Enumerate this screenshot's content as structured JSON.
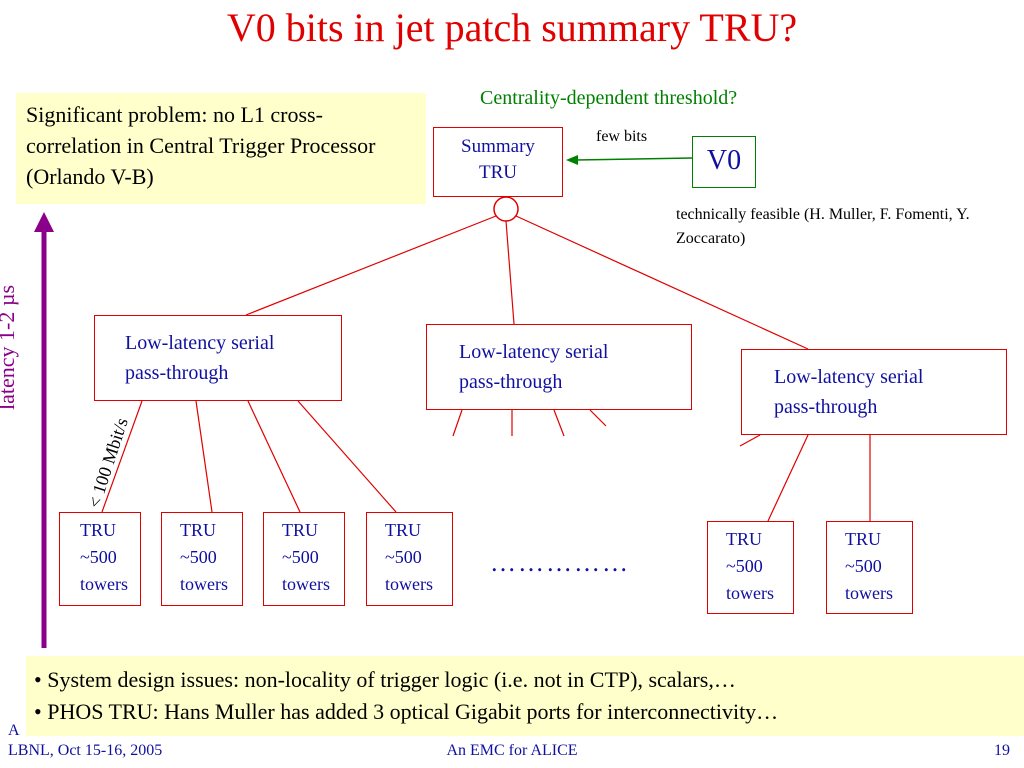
{
  "title": "V0 bits in jet patch summary TRU?",
  "problem": "Significant problem: no L1 cross-correlation in Central Trigger Processor (Orlando V-B)",
  "centrality": "Centrality-dependent threshold?",
  "summary_tru": [
    "Summary",
    "TRU"
  ],
  "few_bits": "few bits",
  "v0": "V0",
  "feasible": "technically feasible (H. Muller, F. Fomenti, Y. Zoccarato)",
  "serial_boxes": [
    {
      "line1": "Low-latency serial",
      "line2": "pass-through"
    },
    {
      "line1": "Low-latency serial",
      "line2": "pass-through"
    },
    {
      "line1": "Low-latency serial",
      "line2": "pass-through"
    }
  ],
  "tru_boxes": [
    {
      "line1": "TRU",
      "line2": "~500",
      "line3": "towers"
    },
    {
      "line1": "TRU",
      "line2": "~500",
      "line3": "towers"
    },
    {
      "line1": "TRU",
      "line2": "~500",
      "line3": "towers"
    },
    {
      "line1": "TRU",
      "line2": "~500",
      "line3": "towers"
    },
    {
      "line1": "TRU",
      "line2": "~500",
      "line3": "towers"
    },
    {
      "line1": "TRU",
      "line2": "~500",
      "line3": "towers"
    }
  ],
  "ellipsis": "……………",
  "latency": "latency 1-2 µs",
  "mbit": "< 100 Mbit/s",
  "issues": [
    "• System design issues: non-locality of trigger logic (i.e. not in CTP), scalars,…",
    "• PHOS TRU: Hans Muller has added 3 optical Gigabit ports for interconnectivity…"
  ],
  "footer": {
    "partial": "A",
    "left": "LBNL, Oct 15-16, 2005",
    "center": "An EMC for ALICE",
    "right": "19"
  },
  "colors": {
    "title": "#e00000",
    "box_border": "#e00000",
    "text_blue": "#1010a0",
    "green": "#008000",
    "purple": "#8b008b",
    "highlight": "#ffffcc"
  }
}
